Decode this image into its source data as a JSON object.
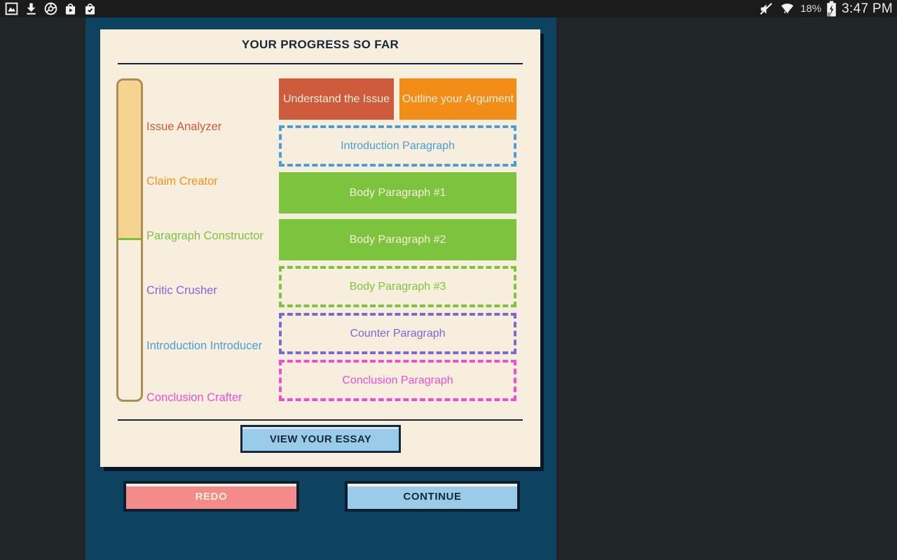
{
  "colors": {
    "background": "#202527",
    "panel_teal": "#0d4261",
    "card_cream": "#f7eedd",
    "ink_navy": "#13293b",
    "cream_text": "#f7eedd",
    "bar_border_tan": "#ad8e52",
    "bar_fill_tan": "#f5d491",
    "bar_marker_green": "#76c22f",
    "redo_bg": "#f48b8b",
    "continue_bg": "#9accea"
  },
  "status_bar": {
    "battery_percent": "18%",
    "time": "3:47 PM"
  },
  "progress_card": {
    "title": "YOUR PROGRESS SO FAR",
    "progress_fill_percent": 49,
    "milestones": [
      {
        "label": "Issue Analyzer",
        "color": "#d2593c"
      },
      {
        "label": "Claim Creator",
        "color": "#f0921f"
      },
      {
        "label": "Paragraph Constructor",
        "color": "#7cc43e"
      },
      {
        "label": "Critic Crusher",
        "color": "#8566d9"
      },
      {
        "label": "Introduction Introducer",
        "color": "#4a9ed8"
      },
      {
        "label": "Conclusion Crafter",
        "color": "#ee4fd2"
      }
    ],
    "blocks": [
      {
        "label": "Understand the Issue",
        "style": "solid",
        "color": "#cd5b3c"
      },
      {
        "label": "Outline your Argument",
        "style": "solid",
        "color": "#f28d18"
      },
      {
        "label": "Introduction Paragraph",
        "style": "dashed",
        "color": "#4a9ed8"
      },
      {
        "label": "Body Paragraph #1",
        "style": "solid",
        "color": "#7cc43e"
      },
      {
        "label": "Body Paragraph #2",
        "style": "solid",
        "color": "#7cc43e"
      },
      {
        "label": "Body Paragraph #3",
        "style": "dashed",
        "color": "#7cc43e"
      },
      {
        "label": "Counter Paragraph",
        "style": "dashed",
        "color": "#7b68d8"
      },
      {
        "label": "Conclusion Paragraph",
        "style": "dashed",
        "color": "#ee4fd2"
      }
    ],
    "view_essay_button": "VIEW YOUR ESSAY"
  },
  "footer": {
    "redo_button": "REDO",
    "continue_button": "CONTINUE"
  }
}
